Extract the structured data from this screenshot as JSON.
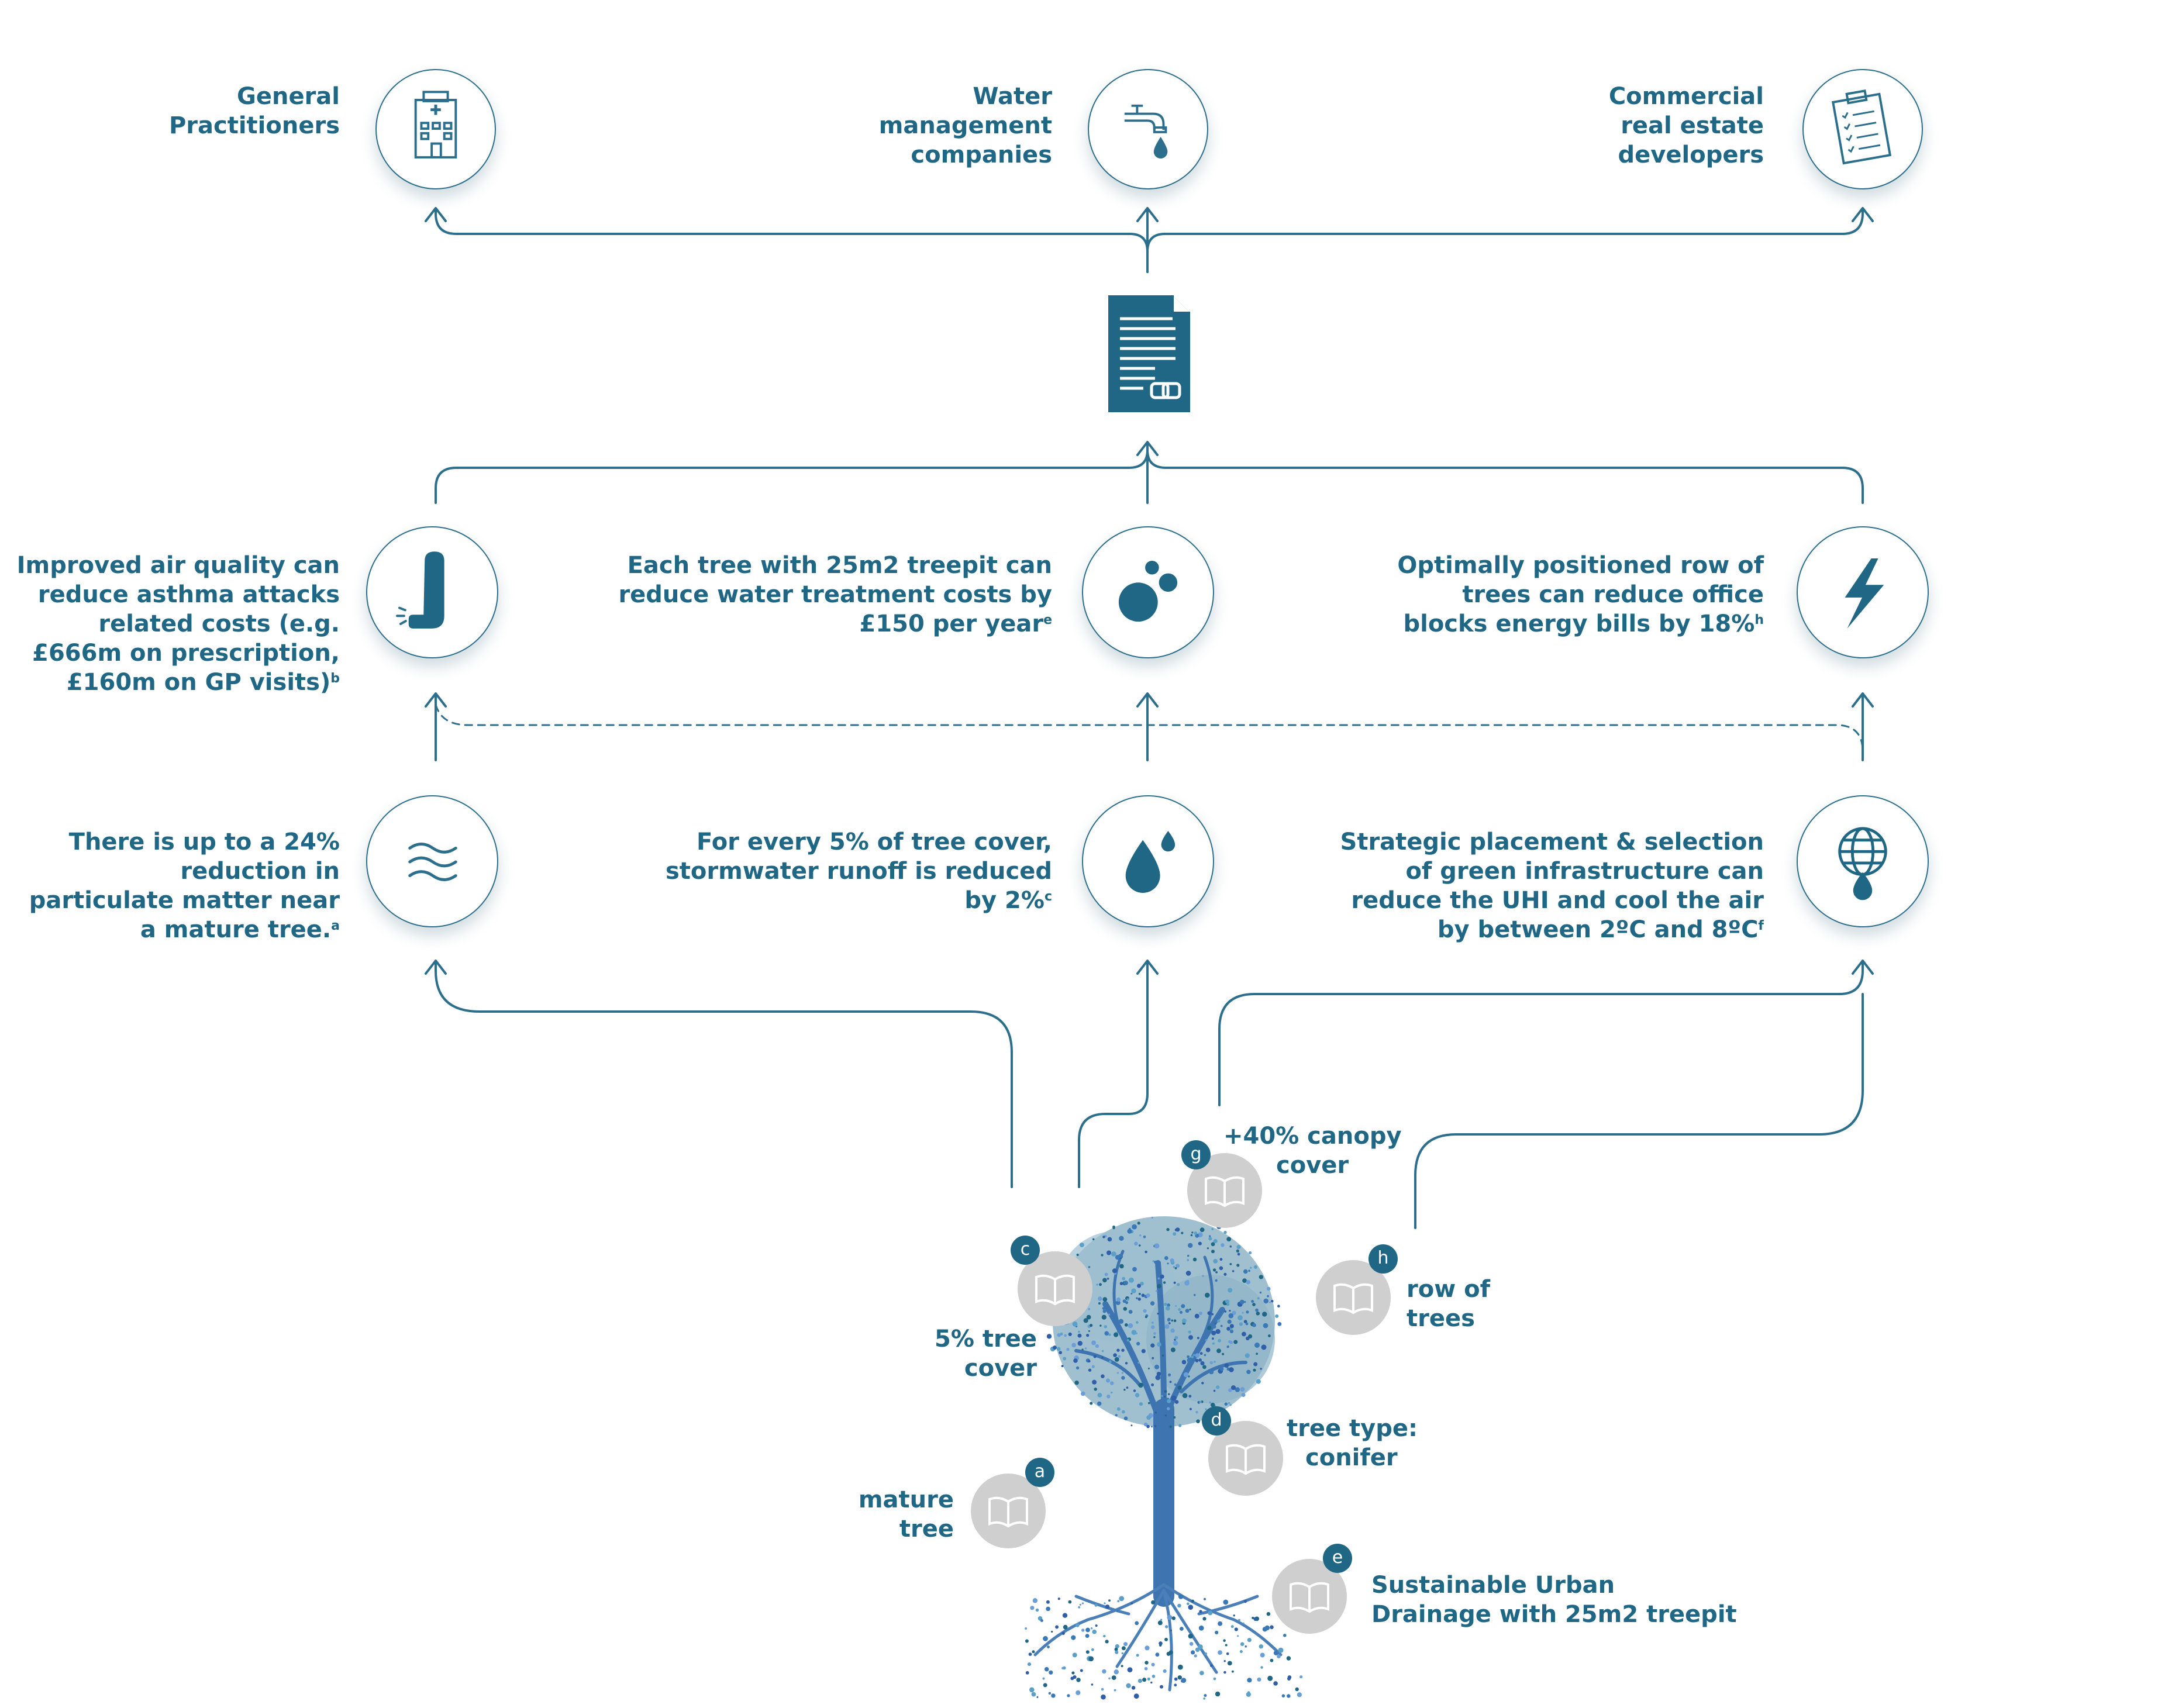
{
  "colors": {
    "primary": "#1f6784",
    "line": "#2c6f8c",
    "gray": "#cfcfcf",
    "tree": "#4a7fb8",
    "canopy": "#8fb5c8"
  },
  "beneficiaries": {
    "gp": {
      "lines": [
        "General",
        "Practitioners"
      ],
      "icon": "hospital-icon"
    },
    "water": {
      "lines": [
        "Water",
        "management",
        "companies"
      ],
      "icon": "tap-icon"
    },
    "commercial": {
      "lines": [
        "Commercial",
        "real estate",
        "developers"
      ],
      "icon": "clipboard-icon"
    }
  },
  "document_icon": "linked-document-icon",
  "savings": {
    "air": {
      "lines": [
        "Improved air quality can",
        "reduce asthma attacks",
        "related costs (e.g.",
        "£666m on prescription,",
        "£160m on GP visits)"
      ],
      "sup": "b",
      "icon": "inhaler-icon"
    },
    "water": {
      "lines": [
        "Each tree with 25m2 treepit can",
        "reduce water treatment costs by",
        "£150 per year"
      ],
      "sup": "e",
      "icon": "bubbles-icon"
    },
    "energy": {
      "lines": [
        "Optimally positioned row of",
        "trees  can reduce office",
        "blocks energy bills by 18%"
      ],
      "sup": "h",
      "icon": "lightning-icon"
    }
  },
  "effects": {
    "air": {
      "lines": [
        "There is up to a 24%",
        "reduction in",
        "particulate matter near",
        "a mature tree."
      ],
      "sup": "a",
      "icon": "wind-icon"
    },
    "water": {
      "lines": [
        "For every 5% of tree cover,",
        "stormwater runoff is reduced",
        "by 2%"
      ],
      "sup": "c",
      "icon": "drops-icon"
    },
    "heat": {
      "lines": [
        "Strategic placement & selection",
        "of green infrastructure can",
        "reduce the UHI and cool the air",
        "by between 2ºC and 8ºC"
      ],
      "sup": "f",
      "icon": "globe-drop-icon"
    }
  },
  "references": {
    "a": {
      "badge": "a",
      "lines": [
        "mature",
        "tree"
      ]
    },
    "c": {
      "badge": "c",
      "lines": [
        "5% tree",
        "cover"
      ]
    },
    "g": {
      "badge": "g",
      "lines": [
        "+40% canopy",
        "cover"
      ]
    },
    "h": {
      "badge": "h",
      "lines": [
        "row of",
        "trees"
      ]
    },
    "d": {
      "badge": "d",
      "lines": [
        "tree type:",
        "conifer"
      ]
    },
    "e": {
      "badge": "e",
      "lines": [
        "Sustainable Urban",
        "Drainage with 25m2 treepit"
      ]
    }
  }
}
